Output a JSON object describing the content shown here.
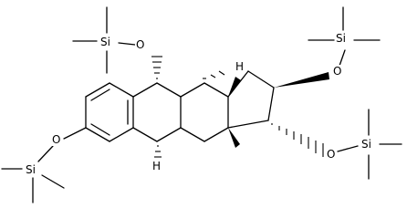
{
  "colors": {
    "ink": "#000000",
    "background": "#ffffff"
  },
  "labels": {
    "si_top_left": "Si",
    "o_top_left": "O",
    "si_bottom_left": "Si",
    "o_bottom_left": "O",
    "si_top_right": "Si",
    "o_top_right": "O",
    "si_bottom_right": "Si",
    "o_bottom_right": "O",
    "h_top": "H",
    "h_bottom": "H"
  }
}
